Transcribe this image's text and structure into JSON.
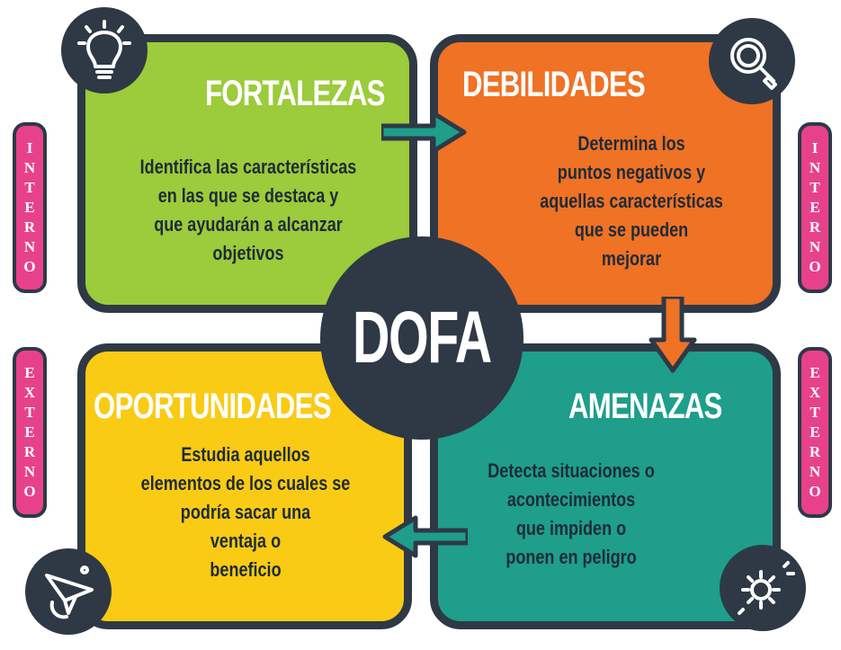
{
  "center_label": "DOFA",
  "quadrants": {
    "fortalezas": {
      "title": "FORTALEZAS",
      "text": "Identifica las características\nen las que se destaca y\nque ayudarán a alcanzar\nobjetivos",
      "color": "#9ccb3b"
    },
    "debilidades": {
      "title": "DEBILIDADES",
      "text": "Determina los\npuntos negativos y\naquellas características\nque se pueden\nmejorar",
      "color": "#ef7225"
    },
    "oportunidades": {
      "title": "OPORTUNIDADES",
      "text": "Estudia aquellos\nelementos de los cuales se\npodría sacar una\nventaja o\nbeneficio",
      "color": "#f9cb15"
    },
    "amenazas": {
      "title": "AMENAZAS",
      "text": "Detecta situaciones o\nacontecimientos\nque impiden o\nponen en peligro",
      "color": "#1e9e8b"
    }
  },
  "side_tags": {
    "left_top": "INTERNO",
    "right_top": "INTERNO",
    "left_bottom": "EXTERNO",
    "right_bottom": "EXTERNO"
  },
  "icons": {
    "fortalezas": "lightbulb-icon",
    "debilidades": "magnifier-icon",
    "oportunidades": "paper-plane-icon",
    "amenazas": "gear-icon"
  },
  "colors": {
    "outline": "#2e3945",
    "tag": "#e8418b",
    "text": "#1f2b38",
    "arrow": "#2e3945"
  }
}
